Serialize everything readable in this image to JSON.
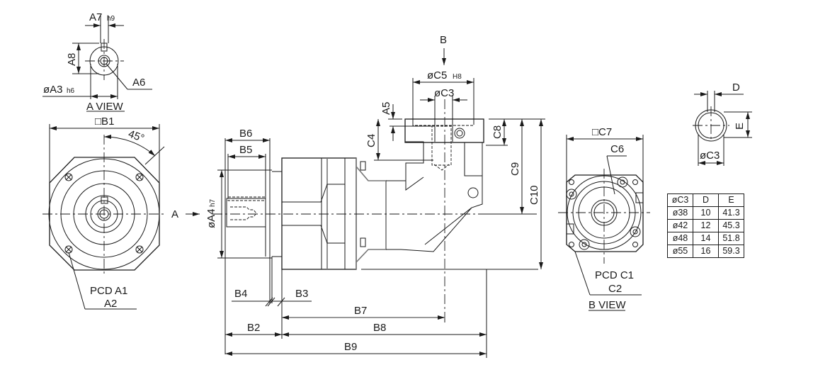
{
  "drawing": {
    "a_view": {
      "title": "A VIEW",
      "labels": {
        "a7": "A7",
        "a7_tol": "h9",
        "a8": "A8",
        "a3": "øA3",
        "a3_tol": "h6",
        "a6": "A6"
      }
    },
    "front_view": {
      "labels": {
        "b1": "□B1",
        "angle": "45°",
        "pcd": "PCD A1",
        "a2": "A2",
        "view_arrow": "A"
      }
    },
    "side_view": {
      "labels": {
        "a4": "øA4",
        "a4_tol": "h7",
        "b2": "B2",
        "b3": "B3",
        "b4": "B4",
        "b5": "B5",
        "b6": "B6",
        "b7": "B7",
        "b8": "B8",
        "b9": "B9",
        "a5": "A5",
        "c4": "C4",
        "c5": "øC5",
        "c5_tol": "H8",
        "c3": "øC3",
        "c8": "C8",
        "c9": "C9",
        "c10": "C10",
        "view_arrow": "B"
      }
    },
    "b_view": {
      "title": "B VIEW",
      "labels": {
        "c7": "□C7",
        "c6": "C6",
        "pcd": "PCD C1",
        "c2": "C2"
      }
    },
    "bore_detail": {
      "labels": {
        "d": "D",
        "e": "E",
        "c3": "øC3"
      }
    },
    "table": {
      "headers": [
        "øC3",
        "D",
        "E"
      ],
      "rows": [
        [
          "ø38",
          "10",
          "41.3"
        ],
        [
          "ø42",
          "12",
          "45.3"
        ],
        [
          "ø48",
          "14",
          "51.8"
        ],
        [
          "ø55",
          "16",
          "59.3"
        ]
      ]
    }
  }
}
